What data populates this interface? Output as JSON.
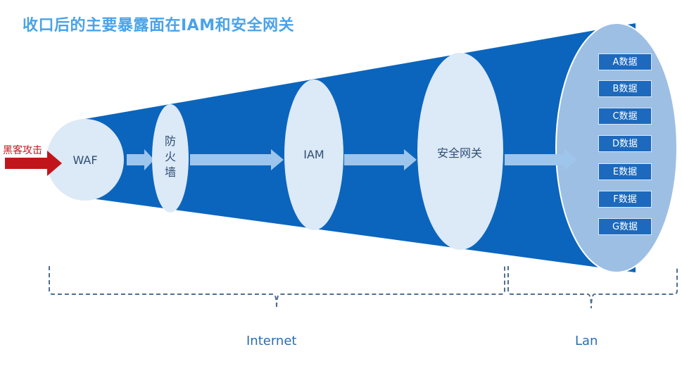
{
  "title": "收口后的主要暴露面在IAM和安全网关",
  "attack_label": "黑客攻击",
  "nodes": {
    "waf": "WAF",
    "firewall": "防\n火\n墙",
    "iam": "IAM",
    "gateway": "安全网关"
  },
  "data_items": [
    "A数据",
    "B数据",
    "C数据",
    "D数据",
    "E数据",
    "F数据",
    "G数据"
  ],
  "zones": {
    "internet": "Internet",
    "lan": "Lan"
  },
  "colors": {
    "funnel": "#0b65bd",
    "node_fill": "#dce9f6",
    "lan_ellipse": "#9dbfe4",
    "arrow": "#9ec5eb",
    "attack_arrow": "#c0161b",
    "title": "#4aa3e8",
    "bracket": "#4f6f92"
  }
}
